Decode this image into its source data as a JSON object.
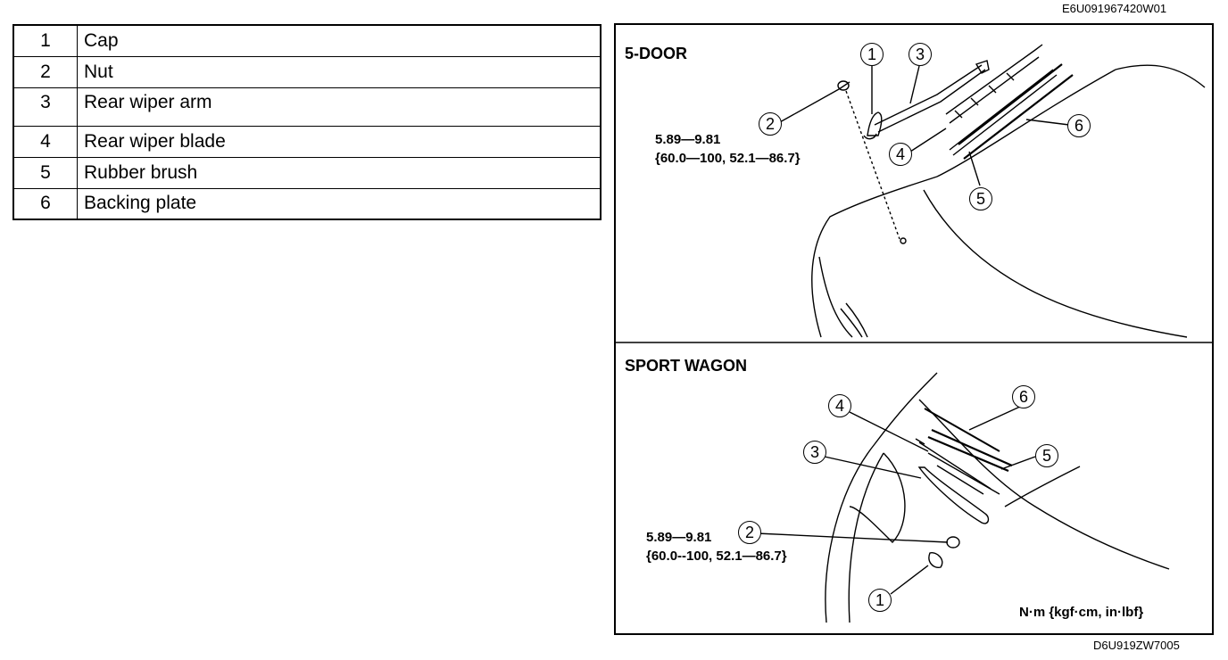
{
  "header_code": "E6U091967420W01",
  "footer_code": "D6U919ZW7005",
  "parts": [
    {
      "num": "1",
      "name": "Cap"
    },
    {
      "num": "2",
      "name": "Nut"
    },
    {
      "num": "3",
      "name": "Rear wiper arm"
    },
    {
      "num": "4",
      "name": "Rear wiper blade"
    },
    {
      "num": "5",
      "name": "Rubber brush"
    },
    {
      "num": "6",
      "name": "Backing plate"
    }
  ],
  "five_door": {
    "title": "5-DOOR",
    "torque_line1": "5.89—9.81",
    "torque_line2": "{60.0—100, 52.1—86.7}",
    "callouts": [
      "1",
      "2",
      "3",
      "4",
      "5",
      "6"
    ]
  },
  "sport_wagon": {
    "title": "SPORT WAGON",
    "torque_line1": "5.89—9.81",
    "torque_line2": "{60.0--100, 52.1—86.7}",
    "callouts": [
      "1",
      "2",
      "3",
      "4",
      "5",
      "6"
    ]
  },
  "unit_label": "N·m {kgf·cm, in·lbf}"
}
